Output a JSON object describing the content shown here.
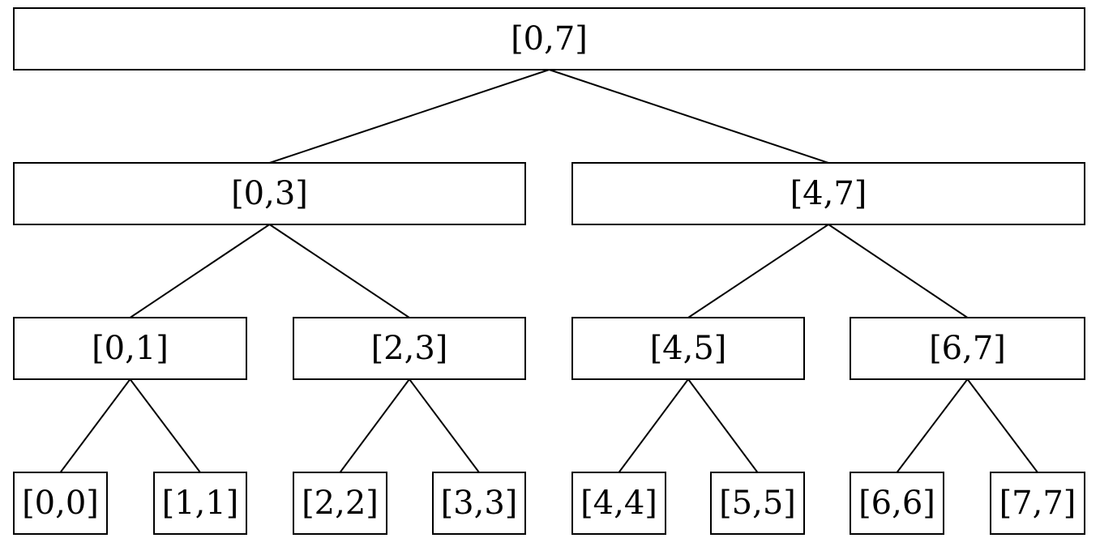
{
  "colors": {
    "background": "#ffffff",
    "stroke": "#000000",
    "text": "#000000"
  },
  "tree": {
    "levels": [
      {
        "nodes": [
          {
            "id": "n07",
            "label": "[0,7]"
          }
        ]
      },
      {
        "nodes": [
          {
            "id": "n03",
            "label": "[0,3]",
            "parent": "n07"
          },
          {
            "id": "n47",
            "label": "[4,7]",
            "parent": "n07"
          }
        ]
      },
      {
        "nodes": [
          {
            "id": "n01",
            "label": "[0,1]",
            "parent": "n03"
          },
          {
            "id": "n23",
            "label": "[2,3]",
            "parent": "n03"
          },
          {
            "id": "n45",
            "label": "[4,5]",
            "parent": "n47"
          },
          {
            "id": "n67",
            "label": "[6,7]",
            "parent": "n47"
          }
        ]
      },
      {
        "nodes": [
          {
            "id": "n00",
            "label": "[0,0]",
            "parent": "n01"
          },
          {
            "id": "n11",
            "label": "[1,1]",
            "parent": "n01"
          },
          {
            "id": "n22",
            "label": "[2,2]",
            "parent": "n23"
          },
          {
            "id": "n33",
            "label": "[3,3]",
            "parent": "n23"
          },
          {
            "id": "n44",
            "label": "[4,4]",
            "parent": "n45"
          },
          {
            "id": "n55",
            "label": "[5,5]",
            "parent": "n45"
          },
          {
            "id": "n66",
            "label": "[6,6]",
            "parent": "n67"
          },
          {
            "id": "n77",
            "label": "[7,7]",
            "parent": "n67"
          }
        ]
      }
    ]
  }
}
